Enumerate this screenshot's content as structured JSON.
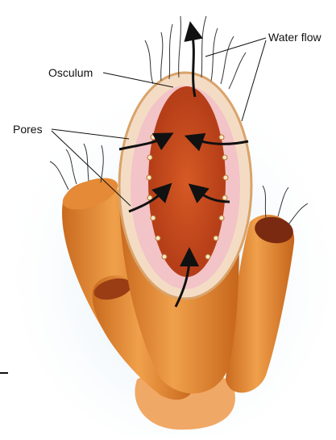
{
  "labels": {
    "water_flow": "Water flow",
    "osculum": "Osculum",
    "pores": "Pores"
  },
  "colors": {
    "background": "#ffffff",
    "sponge_body": "#e8913a",
    "sponge_shadow": "#c96a1f",
    "interior_cavity": "#c9471e",
    "wall_layer": "#f4dcc4",
    "pink_tissue": "#f2c3c7",
    "cilia": "#333333",
    "arrows": "#111111",
    "background_glow": "#cfe4f1"
  },
  "icons": {
    "flow_arrows": "arrow-icon"
  }
}
